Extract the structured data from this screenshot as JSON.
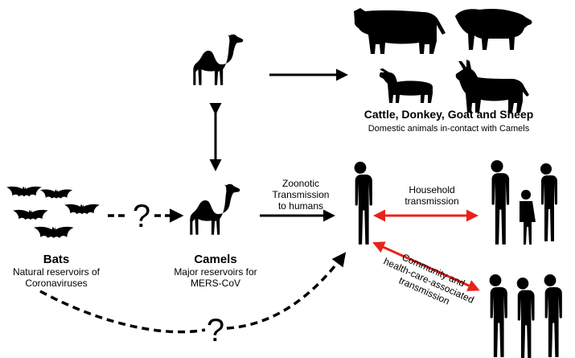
{
  "nodes": {
    "bats": {
      "title": "Bats",
      "subtitle_line1": "Natural reservoirs of",
      "subtitle_line2": "Coronaviruses"
    },
    "camels": {
      "title": "Camels",
      "subtitle_line1": "Major reservoirs for",
      "subtitle_line2": "MERS-CoV"
    },
    "domestic": {
      "title": "Cattle, Donkey, Goat and Sheep",
      "subtitle": "Domestic animals in-contact with Camels"
    }
  },
  "edges": {
    "zoonotic": {
      "line1": "Zoonotic",
      "line2": "Transmission",
      "line3": "to humans"
    },
    "household": {
      "line1": "Household",
      "line2": "transmission"
    },
    "community": {
      "line1": "Community and",
      "line2": "health-care-associated",
      "line3": "transmission"
    },
    "unknown_mark": "?"
  },
  "colors": {
    "silhouette": "#000000",
    "human_transmission_arrow": "#e8231d",
    "arrow": "#000000"
  },
  "icons": [
    "bat-icon",
    "camel-icon",
    "cow-icon",
    "sheep-icon",
    "goat-icon",
    "donkey-icon",
    "human-icon",
    "family-icon",
    "crowd-icon"
  ]
}
